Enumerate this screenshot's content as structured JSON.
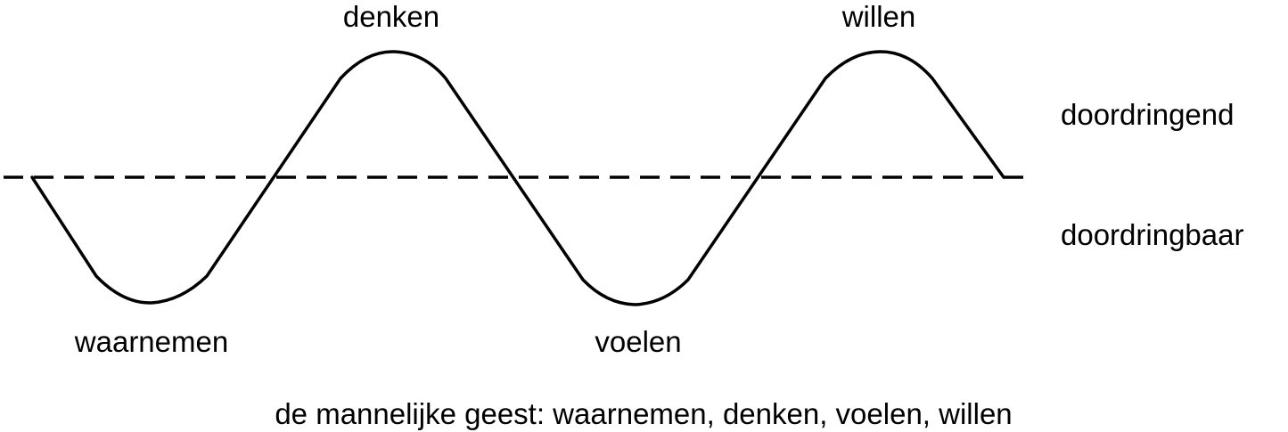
{
  "diagram": {
    "peak_labels": [
      "denken",
      "willen"
    ],
    "trough_labels": [
      "waarnemen",
      "voelen"
    ],
    "upper_region_label": "doordringend",
    "lower_region_label": "doordringbaar",
    "caption": "de mannelijke geest: waarnemen, denken, voelen, willen"
  },
  "colors": {
    "line": "#000000",
    "background": "#ffffff"
  }
}
